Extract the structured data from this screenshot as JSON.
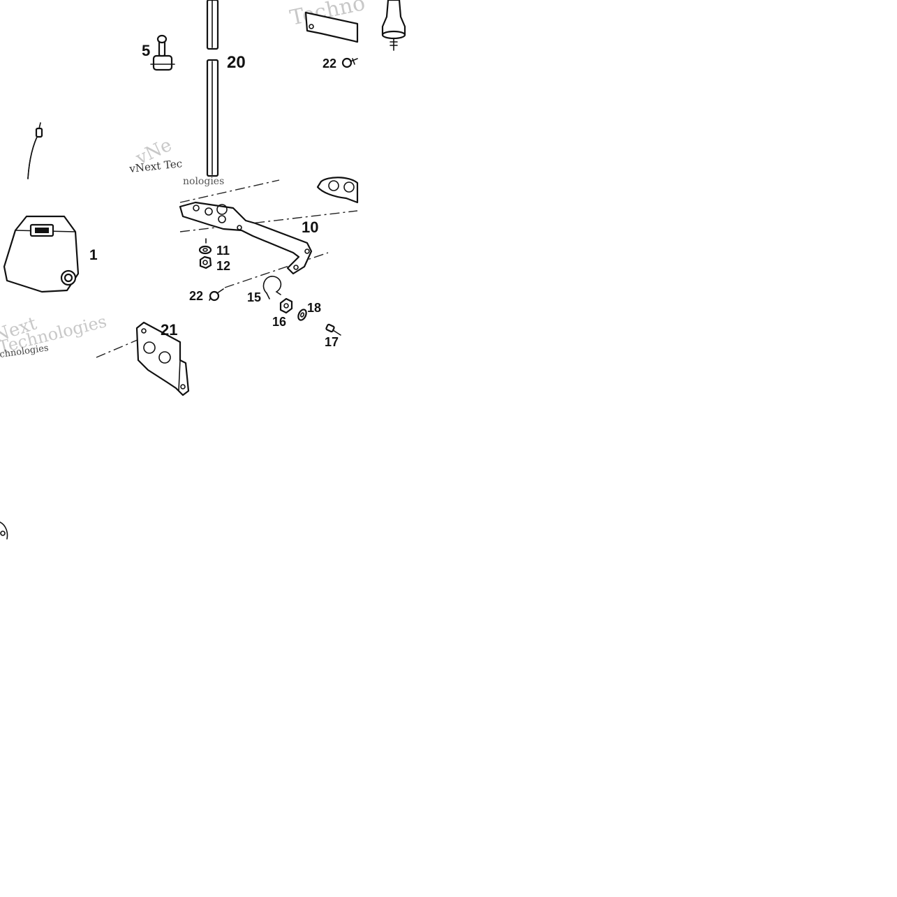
{
  "diagram": {
    "callouts": {
      "c1": "1",
      "c5": "5",
      "c10": "10",
      "c11": "11",
      "c12": "12",
      "c15": "15",
      "c16": "16",
      "c17": "17",
      "c18": "18",
      "c20": "20",
      "c21": "21",
      "c22a": "22",
      "c22b": "22"
    },
    "watermarks": {
      "w1": "Techno",
      "w2": "vNext Tec",
      "w3": "vNe",
      "w4": "nologies",
      "w5": "Next",
      "w6": "Technologies",
      "w7": "chnologies"
    }
  },
  "colors": {
    "ink": "#111111",
    "background": "#ffffff",
    "watermark": "#c8c8c8"
  }
}
